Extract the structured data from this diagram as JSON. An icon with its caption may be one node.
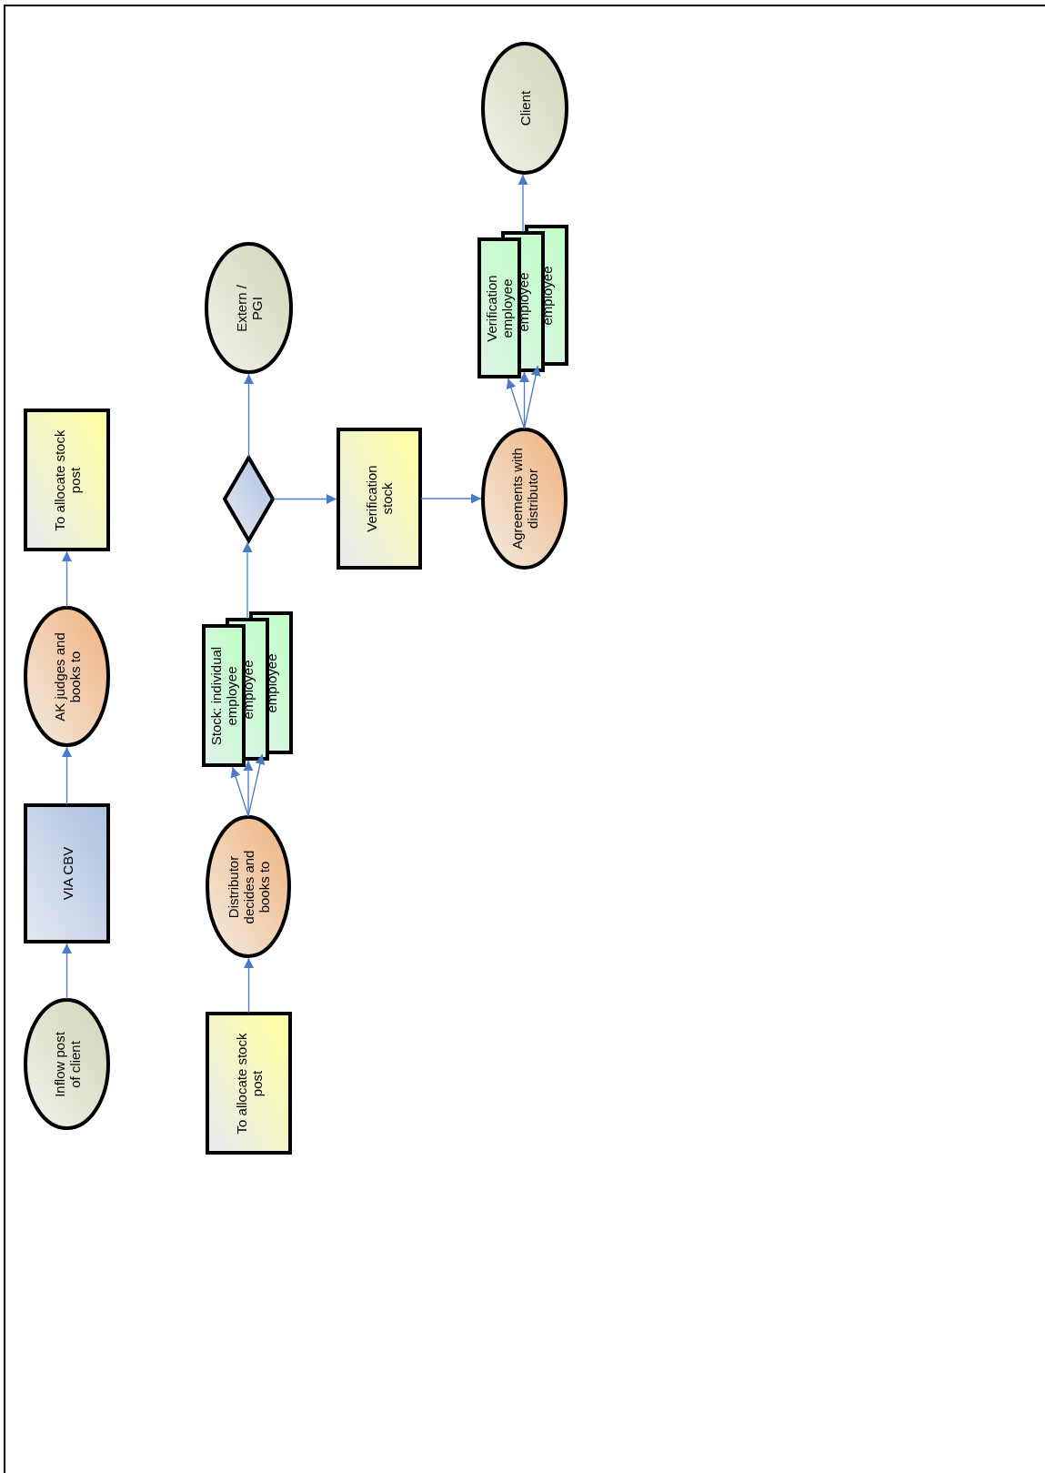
{
  "diagram": {
    "nodes": [
      {
        "text": [
          "Inflow post of client"
        ]
      },
      {
        "text": [
          "VIA CBV"
        ]
      },
      {
        "text": [
          "AK judges and books to"
        ]
      },
      {
        "text": [
          "To allocate stock post"
        ]
      },
      {
        "text": [
          "To allocate stock post"
        ]
      },
      {
        "text": [
          "Distributor decides and books to"
        ]
      },
      {
        "text": [
          "Stock: individual employee"
        ]
      },
      {
        "text": [
          "employee"
        ]
      },
      {
        "text": [
          "employee"
        ]
      },
      {
        "text": [],
        "shape": "diamond"
      },
      {
        "text": [
          "Extern / PGI"
        ]
      },
      {
        "text": [
          "Verification stock"
        ]
      },
      {
        "text": [
          "Agreements with distributor"
        ]
      },
      {
        "text": [
          "Verification employee"
        ]
      },
      {
        "text": [
          "employee"
        ]
      },
      {
        "text": [
          "employee"
        ]
      },
      {
        "text": [
          "Client"
        ]
      }
    ],
    "edges": [
      {
        "from": 0,
        "to": 1,
        "arrow": "to"
      },
      {
        "from": 1,
        "to": 2,
        "arrow": "to"
      },
      {
        "from": 2,
        "to": 3,
        "arrow": "to"
      },
      {
        "from": 4,
        "to": 5,
        "arrow": "to"
      },
      {
        "from": 5,
        "to": 6,
        "arrow": "to"
      },
      {
        "from": 5,
        "to": 7,
        "arrow": "to"
      },
      {
        "from": 5,
        "to": 8,
        "arrow": "to"
      },
      {
        "from": 7,
        "to": 9,
        "arrow": "to"
      },
      {
        "from": 9,
        "to": 10,
        "arrow": "to"
      },
      {
        "from": 9,
        "to": 11,
        "arrow": "to"
      },
      {
        "from": 11,
        "to": 12,
        "arrow": "to"
      },
      {
        "from": 12,
        "to": 13,
        "arrow": "to"
      },
      {
        "from": 12,
        "to": 14,
        "arrow": "to"
      },
      {
        "from": 12,
        "to": 15,
        "arrow": "to"
      },
      {
        "from": 14,
        "to": 16,
        "arrow": "to"
      }
    ]
  }
}
